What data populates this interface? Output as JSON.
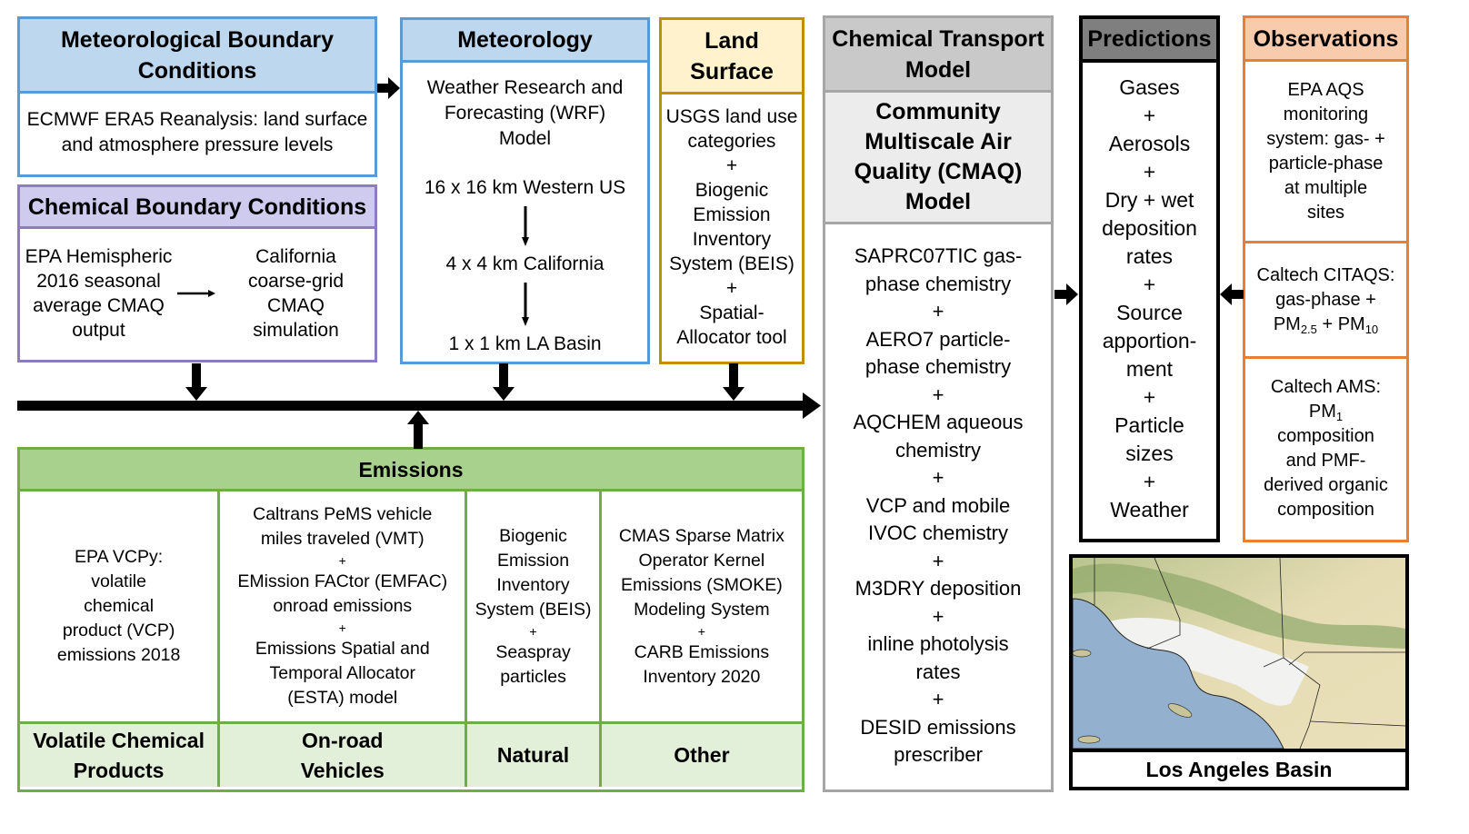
{
  "met_boundary": {
    "title": "Meteorological Boundary Conditions",
    "body_lines": [
      "ECMWF ERA5 Reanalysis: land surface",
      "and atmosphere pressure levels"
    ]
  },
  "chem_boundary": {
    "title": "Chemical Boundary Conditions",
    "source_lines": [
      "EPA Hemispheric",
      "2016 seasonal",
      "average CMAQ",
      "output"
    ],
    "target_lines": [
      "California",
      "coarse-grid",
      "CMAQ",
      "simulation"
    ]
  },
  "meteorology": {
    "title": "Meteorology",
    "model_lines": [
      "Weather Research and",
      "Forecasting (WRF)",
      "Model"
    ],
    "domains": [
      "16 x 16 km Western US",
      "4 x 4 km California",
      "1 x 1 km LA Basin"
    ]
  },
  "land_surface": {
    "title_lines": [
      "Land",
      "Surface"
    ],
    "items": [
      [
        "USGS land use",
        "categories"
      ],
      [
        "Biogenic",
        "Emission",
        "Inventory",
        "System (BEIS)"
      ],
      [
        "Spatial-",
        "Allocator tool"
      ]
    ],
    "separator": "+"
  },
  "ctm": {
    "title_lines": [
      "Chemical Transport",
      "Model"
    ],
    "subtitle_lines": [
      "Community",
      "Multiscale Air",
      "Quality (CMAQ)",
      "Model"
    ],
    "components": [
      [
        "SAPRC07TIC gas-",
        "phase chemistry"
      ],
      [
        "AERO7 particle-",
        "phase chemistry"
      ],
      [
        "AQCHEM aqueous",
        "chemistry"
      ],
      [
        "VCP and mobile",
        "IVOC chemistry"
      ],
      [
        "M3DRY deposition"
      ],
      [
        "inline photolysis",
        "rates"
      ],
      [
        "DESID emissions",
        "prescriber"
      ]
    ],
    "separator": "+"
  },
  "predictions": {
    "title": "Predictions",
    "items": [
      [
        "Gases"
      ],
      [
        "Aerosols"
      ],
      [
        "Dry + wet",
        "deposition",
        "rates"
      ],
      [
        "Source",
        "apportion-",
        "ment"
      ],
      [
        "Particle",
        "sizes"
      ],
      [
        "Weather"
      ]
    ],
    "separator": "+"
  },
  "observations": {
    "title": "Observations",
    "sections": [
      {
        "lines": [
          "EPA AQS",
          "monitoring",
          "system: gas- +",
          "particle-phase",
          "at multiple",
          "sites"
        ]
      },
      {
        "line1": "Caltech CITAQS:",
        "line2": "gas-phase +",
        "pm25_base": "PM",
        "pm25_sub": "2.5",
        "join": " + ",
        "pm10_base": "PM",
        "pm10_sub": "10"
      },
      {
        "line1": "Caltech AMS:",
        "pm1_base": "PM",
        "pm1_sub": "1",
        "rest": [
          "composition",
          "and PMF-",
          "derived organic",
          "composition"
        ]
      }
    ]
  },
  "emissions": {
    "title": "Emissions",
    "separator": "+",
    "categories": [
      {
        "label_lines": [
          "Volatile Chemical",
          "Products"
        ],
        "sources": [
          [
            "EPA VCPy:",
            "volatile",
            "chemical",
            "product (VCP)",
            "emissions 2018"
          ]
        ]
      },
      {
        "label_lines": [
          "On-road",
          "Vehicles"
        ],
        "sources": [
          [
            "Caltrans PeMS vehicle",
            "miles traveled (VMT)"
          ],
          [
            "EMission FACtor (EMFAC)",
            "onroad emissions"
          ],
          [
            "Emissions Spatial and",
            "Temporal Allocator",
            "(ESTA) model"
          ]
        ]
      },
      {
        "label_lines": [
          "Natural"
        ],
        "sources": [
          [
            "Biogenic",
            "Emission",
            "Inventory",
            "System (BEIS)"
          ],
          [
            "Seaspray",
            "particles"
          ]
        ]
      },
      {
        "label_lines": [
          "Other"
        ],
        "sources": [
          [
            "CMAS Sparse Matrix",
            "Operator Kernel",
            "Emissions (SMOKE)",
            "Modeling System"
          ],
          [
            "CARB Emissions",
            "Inventory 2020"
          ]
        ]
      }
    ]
  },
  "map": {
    "caption": "Los Angeles Basin",
    "colors": {
      "ocean": "#93b1cf",
      "land": "#e6dcb4",
      "urban": "#f2f2f0",
      "mountain": "#8fa86a"
    }
  }
}
